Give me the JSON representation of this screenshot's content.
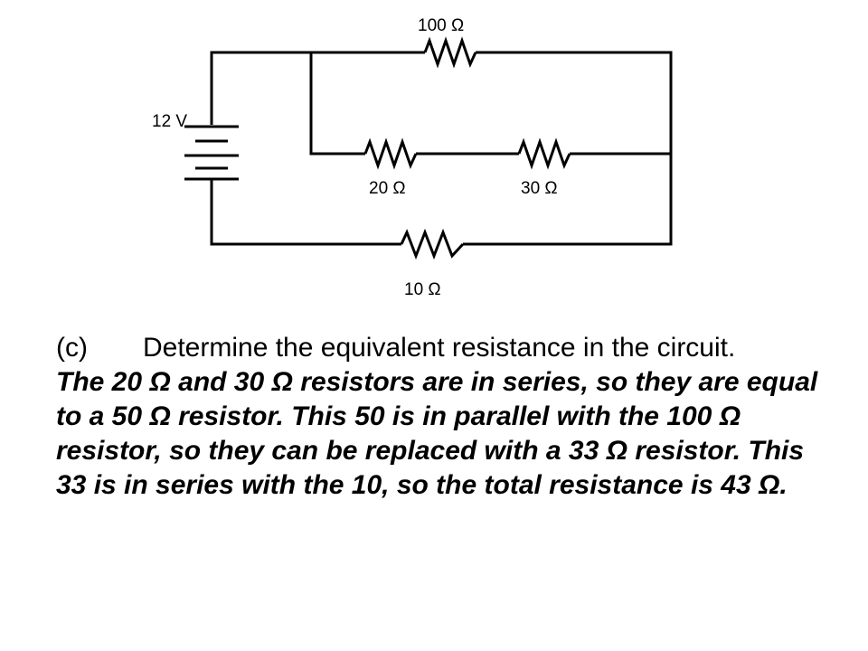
{
  "circuit": {
    "battery_label": "12 V",
    "resistors": {
      "top": "100 Ω",
      "middle_left": "20 Ω",
      "middle_right": "30 Ω",
      "bottom": "10 Ω"
    }
  },
  "question": {
    "label": "(c)",
    "text": "Determine the equivalent resistance in the circuit."
  },
  "answer": "The 20 Ω and 30 Ω resistors are in series, so they are equal to a 50 Ω resistor. This 50 is in parallel with the 100 Ω resistor, so they can be replaced with a 33 Ω resistor. This 33 is in series with the 10, so the total resistance is 43 Ω."
}
